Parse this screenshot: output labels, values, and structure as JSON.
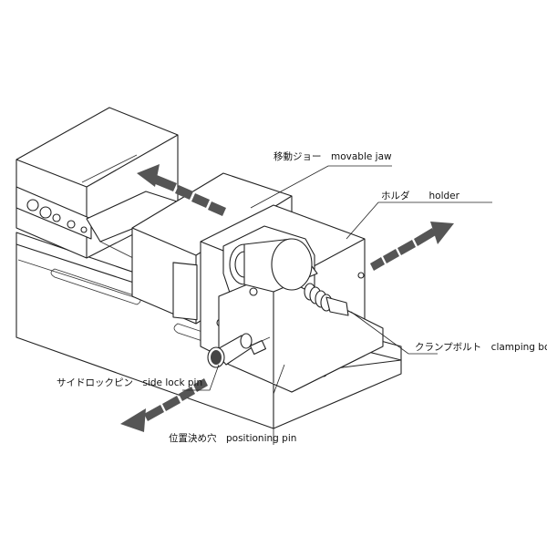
{
  "labels": {
    "movable_jaw": "移動ジョー　movable jaw",
    "holder": "ホルダ　　holder",
    "clamping_bolt": "クランプボルト　clamping bolt",
    "side_lock_pin": "サイドロックピン　side lock pin",
    "positioning_pin": "位置決め穴　positioning pin"
  },
  "colors": {
    "line": "#222222",
    "arrow": "#555555",
    "shade": "#444444"
  }
}
